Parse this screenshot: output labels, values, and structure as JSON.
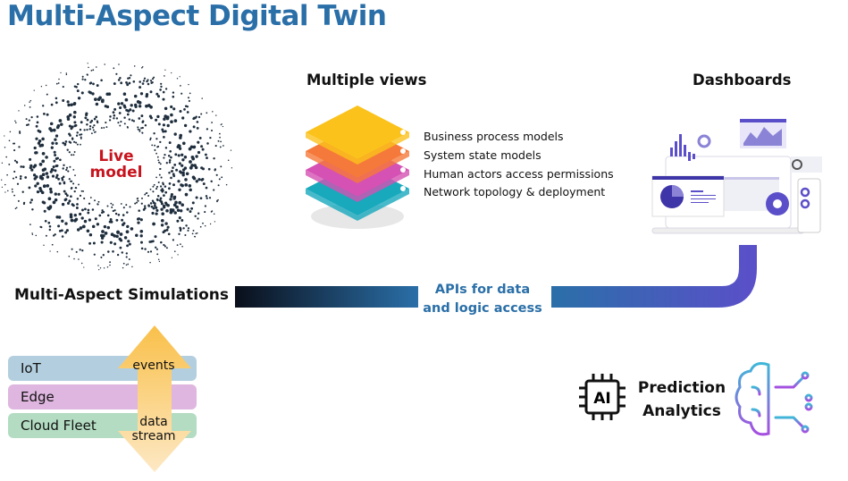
{
  "title": "Multi-Aspect Digital Twin",
  "live_model": {
    "line1": "Live",
    "line2": "model",
    "color": "#c8141e"
  },
  "multiple_views": {
    "heading": "Multiple views",
    "layers": [
      {
        "label": "Business process models",
        "color": "#fbc21c"
      },
      {
        "label": "System state models",
        "color": "#f5793a"
      },
      {
        "label": "Human actors access permissions",
        "color": "#d551b3"
      },
      {
        "label": "Network topology & deployment",
        "color": "#18a9bd"
      }
    ]
  },
  "dashboards": {
    "heading": "Dashboards",
    "accent": "#5b4fc9"
  },
  "simulations": {
    "heading": "Multi-Aspect Simulations"
  },
  "apis": {
    "line1": "APIs for data",
    "line2": "and logic access",
    "color": "#2a6fa8"
  },
  "stack": {
    "bars": [
      {
        "label": "IoT",
        "color": "#b3cfdf"
      },
      {
        "label": "Edge",
        "color": "#dfb6df"
      },
      {
        "label": "Cloud Fleet",
        "color": "#b3dcc2"
      }
    ],
    "arrow_up_label": "events",
    "arrow_down_label1": "data",
    "arrow_down_label2": "stream"
  },
  "prediction": {
    "line1": "Prediction",
    "line2": "Analytics",
    "chip_text": "AI"
  }
}
